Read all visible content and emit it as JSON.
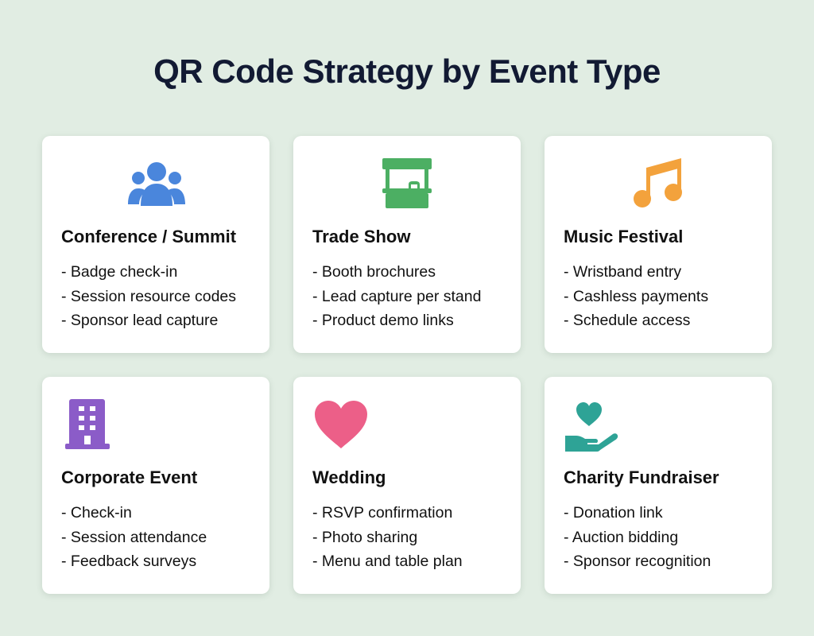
{
  "title": "QR Code Strategy by Event Type",
  "cards": [
    {
      "title": "Conference / Summit",
      "icon": "people-group-icon",
      "color": "#4a86dc",
      "items": [
        "- Badge check-in",
        "- Session resource codes",
        "- Sponsor lead capture"
      ]
    },
    {
      "title": "Trade Show",
      "icon": "booth-stand-icon",
      "color": "#4caf63",
      "items": [
        "- Booth brochures",
        "- Lead capture per stand",
        "- Product demo links"
      ]
    },
    {
      "title": "Music Festival",
      "icon": "music-note-icon",
      "color": "#f3a23c",
      "items": [
        "- Wristband entry",
        "- Cashless payments",
        "- Schedule access"
      ]
    },
    {
      "title": "Corporate Event",
      "icon": "office-building-icon",
      "color": "#8b5cc8",
      "items": [
        "- Check-in",
        "- Session attendance",
        "- Feedback surveys"
      ]
    },
    {
      "title": "Wedding",
      "icon": "heart-icon",
      "color": "#ec5f88",
      "items": [
        "- RSVP confirmation",
        "- Photo sharing",
        "- Menu and table plan"
      ]
    },
    {
      "title": "Charity Fundraiser",
      "icon": "hand-heart-icon",
      "color": "#2ea396",
      "items": [
        "- Donation link",
        "- Auction bidding",
        "- Sponsor recognition"
      ]
    }
  ]
}
